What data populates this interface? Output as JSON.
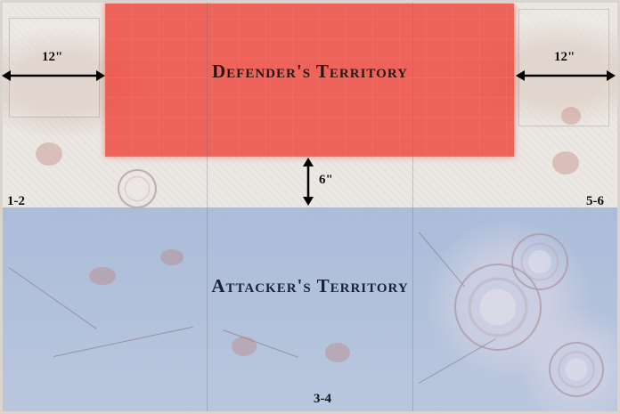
{
  "zones": {
    "defender": "Defender's Territory",
    "attacker": "Attacker's Territory"
  },
  "measurements": {
    "left_edge": "12\"",
    "right_edge": "12\"",
    "center_gap": "6\""
  },
  "dice_labels": {
    "left": "1-2",
    "bottom": "3-4",
    "right": "5-6"
  },
  "colors": {
    "defender_zone": "#ee4a3e",
    "attacker_zone": "#9cb3d8",
    "board": "#ebe7e3"
  }
}
